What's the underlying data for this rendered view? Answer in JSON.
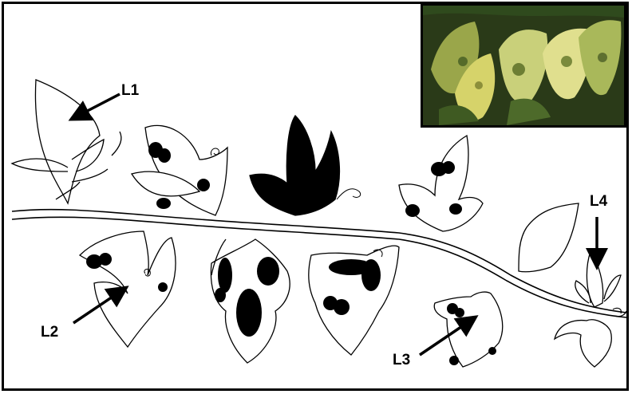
{
  "figure": {
    "labels": {
      "l1": "L1",
      "l2": "L2",
      "l3": "L3",
      "l4": "L4"
    },
    "inset_photo": {
      "subject": "photo-of-infected-leaves"
    }
  }
}
